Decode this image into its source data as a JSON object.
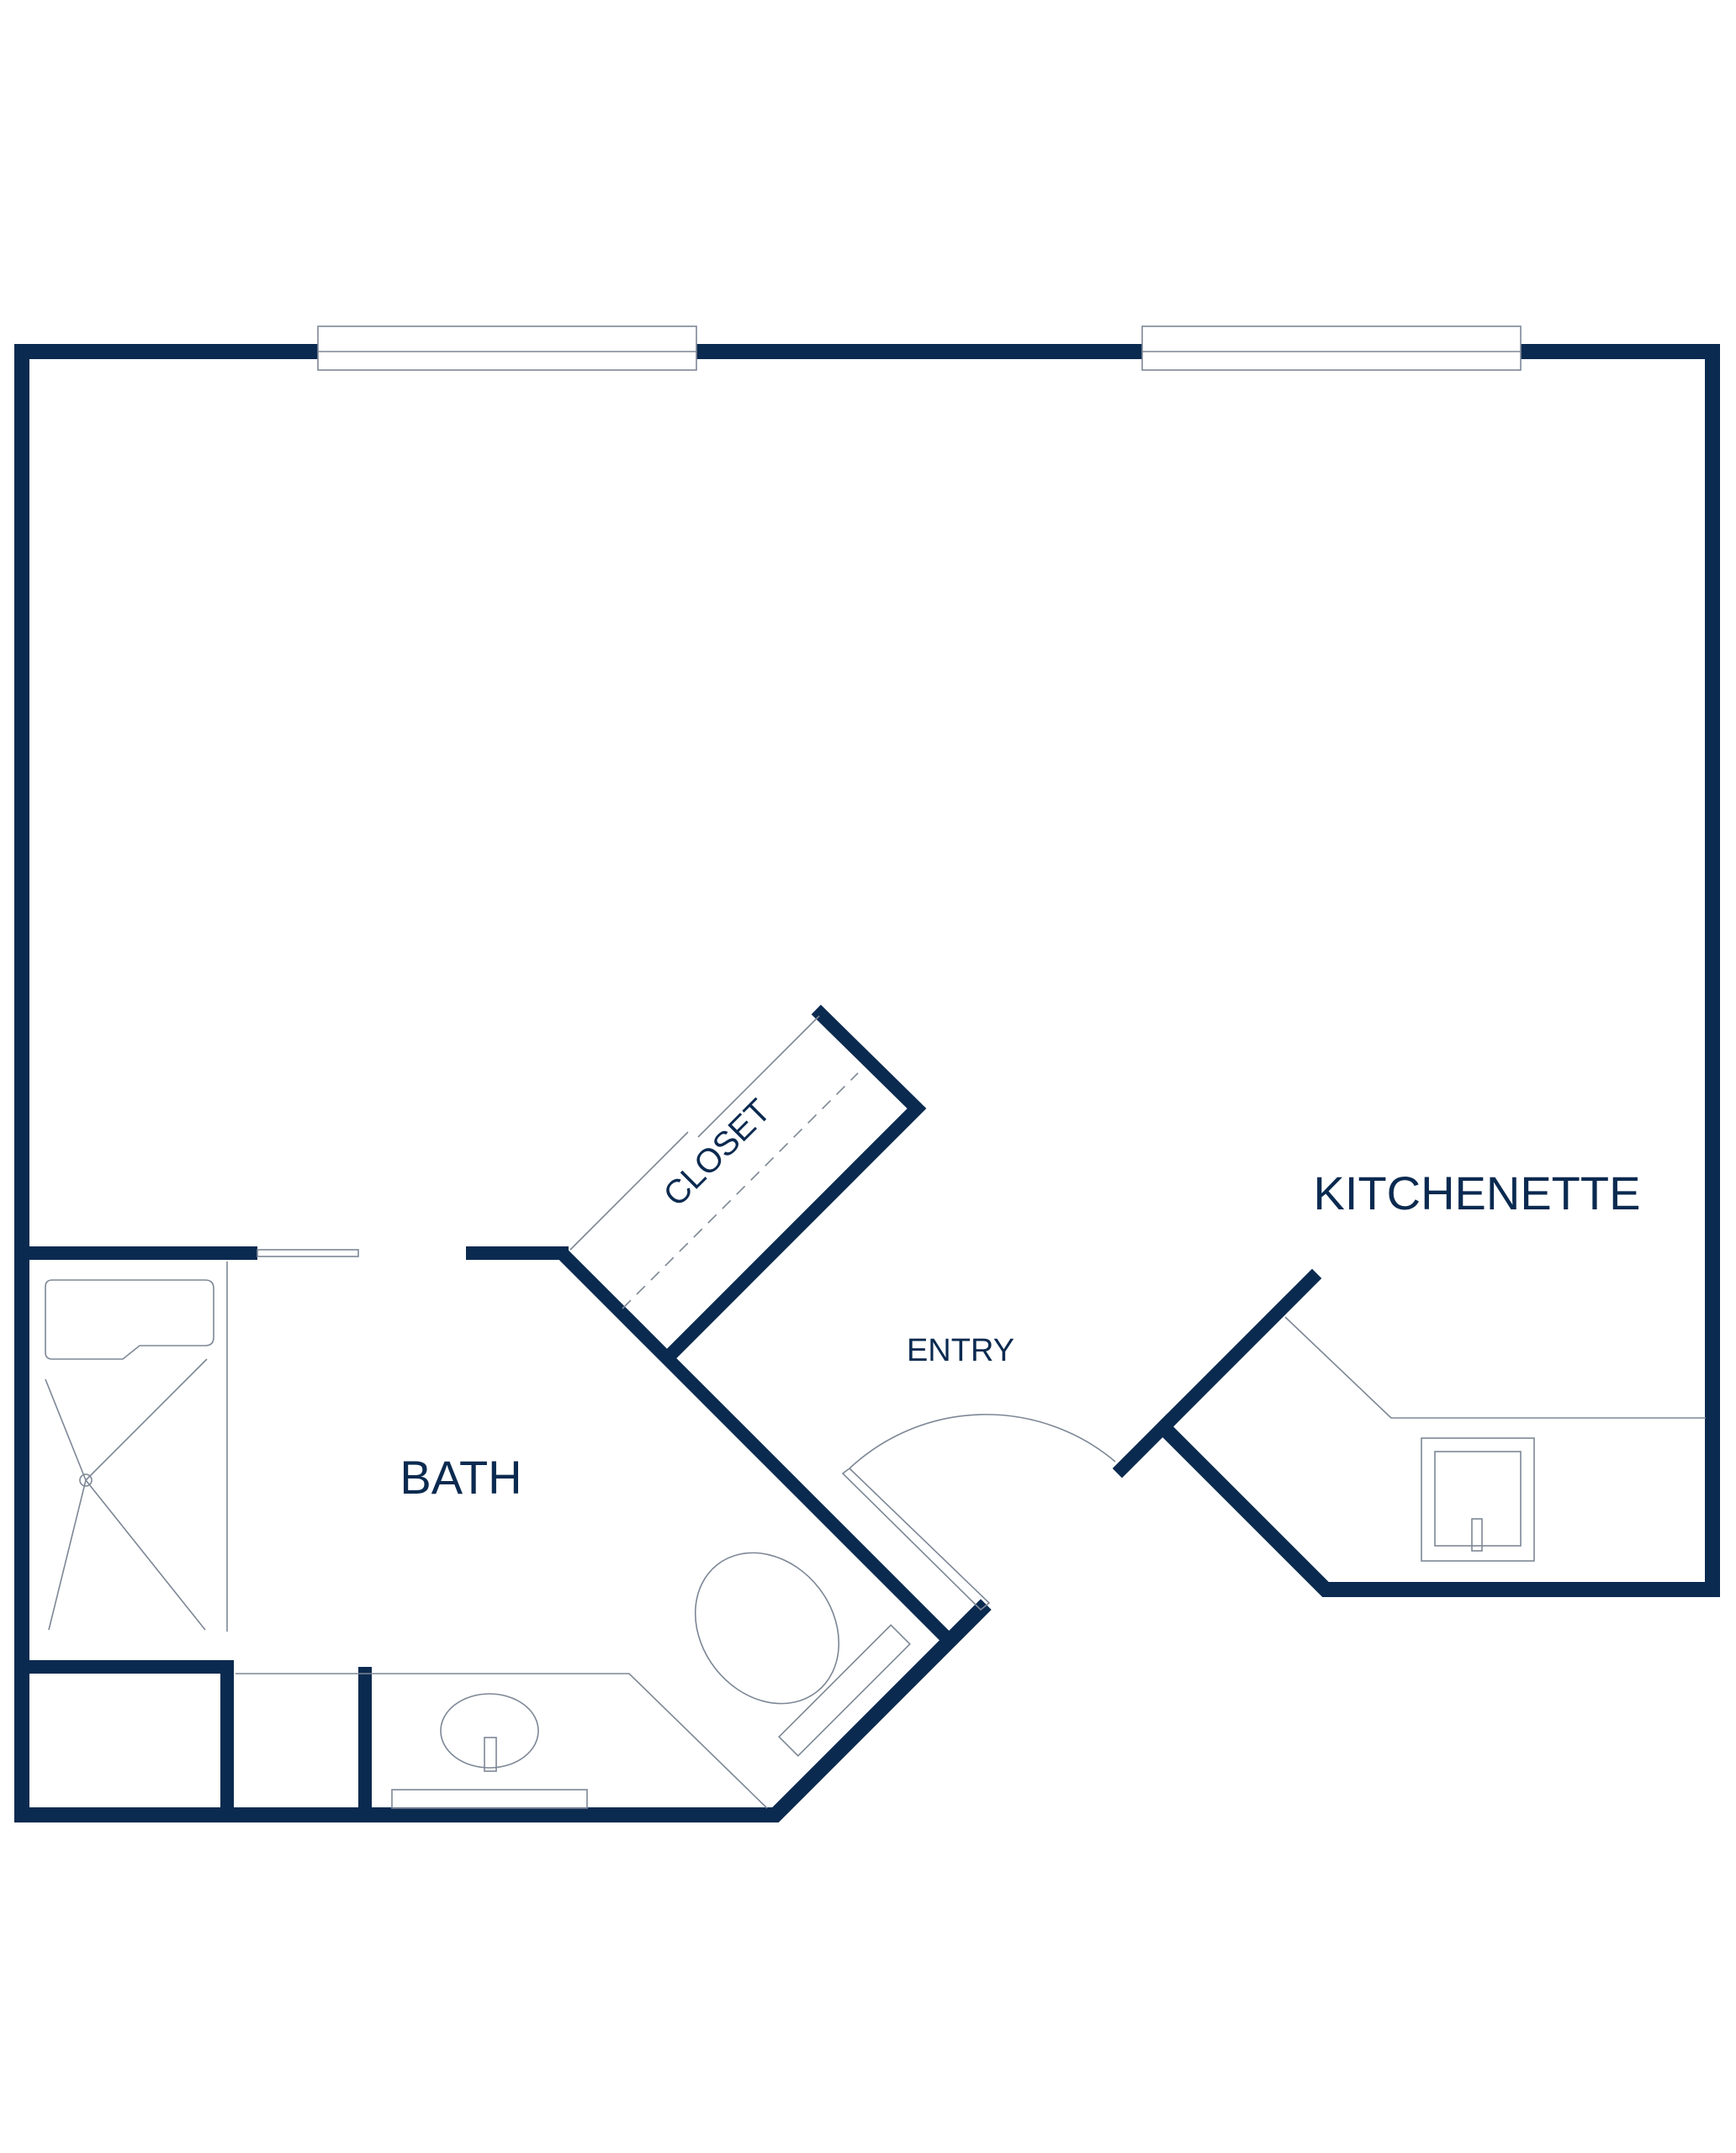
{
  "floor_plan": {
    "colors": {
      "wall": "#0b2a50",
      "fixture_line": "#7d8796",
      "background": "#ffffff"
    },
    "rooms": {
      "kitchenette": "KITCHENETTE",
      "bath": "BATH",
      "entry": "ENTRY",
      "closet": "CLOSET"
    }
  }
}
